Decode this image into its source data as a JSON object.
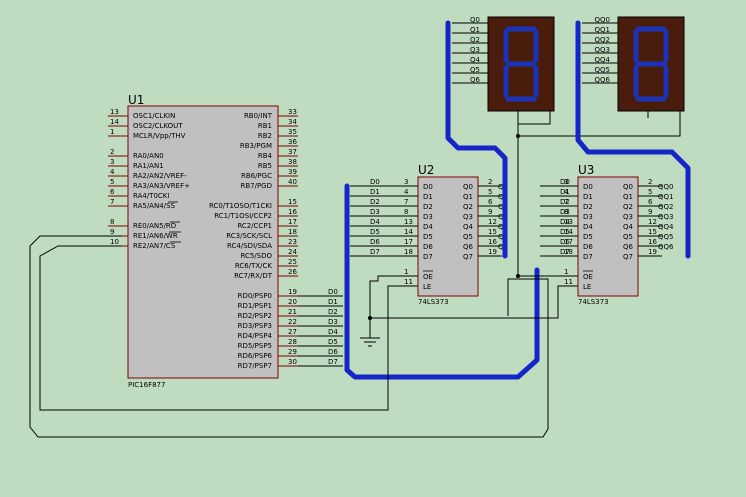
{
  "u1": {
    "ref": "U1",
    "part": "PIC16F877",
    "left_pins": [
      {
        "num": "13",
        "name": "OSC1/CLKIN"
      },
      {
        "num": "14",
        "name": "OSC2/CLKOUT"
      },
      {
        "num": "1",
        "name": "MCLR/Vpp/THV"
      },
      {
        "num": "2",
        "name": "RA0/AN0"
      },
      {
        "num": "3",
        "name": "RA1/AN1"
      },
      {
        "num": "4",
        "name": "RA2/AN2/VREF-"
      },
      {
        "num": "5",
        "name": "RA3/AN3/VREF+"
      },
      {
        "num": "6",
        "name": "RA4/T0CKI"
      },
      {
        "num": "7",
        "name": "RA5/AN4/SS"
      },
      {
        "num": "8",
        "name": "RE0/AN5/RD"
      },
      {
        "num": "9",
        "name": "RE1/AN6/WR"
      },
      {
        "num": "10",
        "name": "RE2/AN7/CS"
      }
    ],
    "right_pins": [
      {
        "num": "33",
        "name": "RB0/INT"
      },
      {
        "num": "34",
        "name": "RB1"
      },
      {
        "num": "35",
        "name": "RB2"
      },
      {
        "num": "36",
        "name": "RB3/PGM"
      },
      {
        "num": "37",
        "name": "RB4"
      },
      {
        "num": "38",
        "name": "RB5"
      },
      {
        "num": "39",
        "name": "RB6/PGC"
      },
      {
        "num": "40",
        "name": "RB7/PGD"
      },
      {
        "num": "15",
        "name": "RC0/T1OSO/T1CKI"
      },
      {
        "num": "16",
        "name": "RC1/T1OSI/CCP2"
      },
      {
        "num": "17",
        "name": "RC2/CCP1"
      },
      {
        "num": "18",
        "name": "RC3/SCK/SCL"
      },
      {
        "num": "23",
        "name": "RC4/SDI/SDA"
      },
      {
        "num": "24",
        "name": "RC5/SDO"
      },
      {
        "num": "25",
        "name": "RC6/TX/CK"
      },
      {
        "num": "26",
        "name": "RC7/RX/DT"
      },
      {
        "num": "19",
        "name": "RD0/PSP0"
      },
      {
        "num": "20",
        "name": "RD1/PSP1"
      },
      {
        "num": "21",
        "name": "RD2/PSP2"
      },
      {
        "num": "22",
        "name": "RD3/PSP3"
      },
      {
        "num": "27",
        "name": "RD4/PSP4"
      },
      {
        "num": "28",
        "name": "RD5/PSP5"
      },
      {
        "num": "29",
        "name": "RD6/PSP6"
      },
      {
        "num": "30",
        "name": "RD7/PSP7"
      }
    ],
    "portd_nets": [
      "D0",
      "D1",
      "D2",
      "D3",
      "D4",
      "D5",
      "D6",
      "D7"
    ]
  },
  "u2": {
    "ref": "U2",
    "part": "74LS373",
    "inputs": [
      {
        "num": "3",
        "name": "D0",
        "net": "D0"
      },
      {
        "num": "4",
        "name": "D1",
        "net": "D1"
      },
      {
        "num": "7",
        "name": "D2",
        "net": "D2"
      },
      {
        "num": "8",
        "name": "D3",
        "net": "D3"
      },
      {
        "num": "13",
        "name": "D4",
        "net": "D4"
      },
      {
        "num": "14",
        "name": "D5",
        "net": "D5"
      },
      {
        "num": "17",
        "name": "D6",
        "net": "D6"
      },
      {
        "num": "18",
        "name": "D7",
        "net": "D7"
      }
    ],
    "outputs": [
      {
        "num": "2",
        "name": "Q0",
        "net": "Q0"
      },
      {
        "num": "5",
        "name": "Q1",
        "net": "Q1"
      },
      {
        "num": "6",
        "name": "Q2",
        "net": "Q2"
      },
      {
        "num": "9",
        "name": "Q3",
        "net": "Q3"
      },
      {
        "num": "12",
        "name": "Q4",
        "net": "Q4"
      },
      {
        "num": "15",
        "name": "Q5",
        "net": "Q5"
      },
      {
        "num": "16",
        "name": "Q6",
        "net": "Q6"
      },
      {
        "num": "19",
        "name": "Q7",
        "net": ""
      }
    ],
    "ctrl": [
      {
        "num": "1",
        "name": "OE"
      },
      {
        "num": "11",
        "name": "LE"
      }
    ]
  },
  "u3": {
    "ref": "U3",
    "part": "74LS373",
    "inputs": [
      {
        "num": "3",
        "name": "D0",
        "net": "D0"
      },
      {
        "num": "4",
        "name": "D1",
        "net": "D1"
      },
      {
        "num": "7",
        "name": "D2",
        "net": "D2"
      },
      {
        "num": "8",
        "name": "D3",
        "net": "D3"
      },
      {
        "num": "13",
        "name": "D4",
        "net": "D4"
      },
      {
        "num": "14",
        "name": "D5",
        "net": "D5"
      },
      {
        "num": "17",
        "name": "D6",
        "net": "D6"
      },
      {
        "num": "18",
        "name": "D7",
        "net": "D7"
      }
    ],
    "outputs": [
      {
        "num": "2",
        "name": "Q0",
        "net": "QQ0"
      },
      {
        "num": "5",
        "name": "Q1",
        "net": "QQ1"
      },
      {
        "num": "6",
        "name": "Q2",
        "net": "QQ2"
      },
      {
        "num": "9",
        "name": "Q3",
        "net": "QQ3"
      },
      {
        "num": "12",
        "name": "Q4",
        "net": "QQ4"
      },
      {
        "num": "15",
        "name": "Q5",
        "net": "QQ5"
      },
      {
        "num": "16",
        "name": "Q6",
        "net": "QQ6"
      },
      {
        "num": "19",
        "name": "Q7",
        "net": ""
      }
    ],
    "ctrl": [
      {
        "num": "1",
        "name": "OE"
      },
      {
        "num": "11",
        "name": "LE"
      }
    ]
  },
  "display1": {
    "nets": [
      "Q0",
      "Q1",
      "Q2",
      "Q3",
      "Q4",
      "Q5",
      "Q6"
    ]
  },
  "display2": {
    "nets": [
      "QQ0",
      "QQ1",
      "QQ2",
      "QQ3",
      "QQ4",
      "QQ5",
      "QQ6"
    ]
  }
}
